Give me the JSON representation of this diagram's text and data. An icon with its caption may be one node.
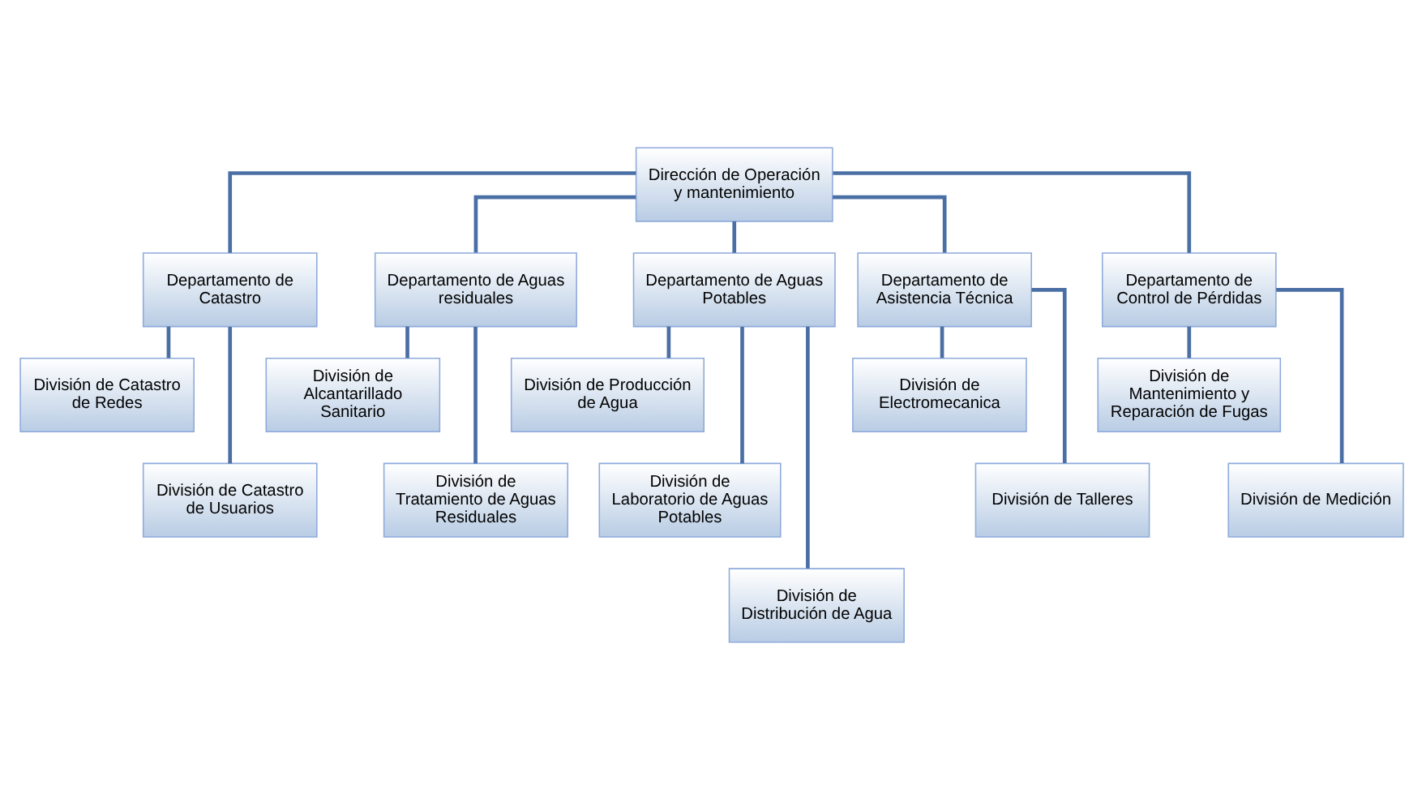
{
  "diagram": {
    "nodes": [
      {
        "text": [
          "Dirección de Operación y mantenimiento"
        ]
      },
      {
        "text": [
          "Departamento de Catastro"
        ]
      },
      {
        "text": [
          "Departamento de Aguas residuales"
        ]
      },
      {
        "text": [
          "Departamento de Aguas Potables"
        ]
      },
      {
        "text": [
          "Departamento de Asistencia Técnica"
        ]
      },
      {
        "text": [
          "Departamento de Control de Pérdidas"
        ]
      },
      {
        "text": [
          "División de Catastro de Redes"
        ]
      },
      {
        "text": [
          "División de Catastro de Usuarios"
        ]
      },
      {
        "text": [
          "División de Alcantarillado Sanitario"
        ]
      },
      {
        "text": [
          "División de Tratamiento de Aguas Residuales"
        ]
      },
      {
        "text": [
          "División de Producción de Agua"
        ]
      },
      {
        "text": [
          "División de Laboratorio de Aguas Potables"
        ]
      },
      {
        "text": [
          "División de Distribución de Agua"
        ]
      },
      {
        "text": [
          "División de Electromecanica"
        ]
      },
      {
        "text": [
          "División de Talleres"
        ]
      },
      {
        "text": [
          "División de Mantenimiento y Reparación de Fugas"
        ]
      },
      {
        "text": [
          "División de Medición"
        ]
      }
    ],
    "edges": [
      {
        "from": 0,
        "to": 1,
        "arrow": "none"
      },
      {
        "from": 0,
        "to": 2,
        "arrow": "none"
      },
      {
        "from": 0,
        "to": 3,
        "arrow": "none"
      },
      {
        "from": 0,
        "to": 4,
        "arrow": "none"
      },
      {
        "from": 0,
        "to": 5,
        "arrow": "none"
      },
      {
        "from": 1,
        "to": 6,
        "arrow": "none"
      },
      {
        "from": 1,
        "to": 7,
        "arrow": "none"
      },
      {
        "from": 2,
        "to": 8,
        "arrow": "none"
      },
      {
        "from": 2,
        "to": 9,
        "arrow": "none"
      },
      {
        "from": 3,
        "to": 10,
        "arrow": "none"
      },
      {
        "from": 3,
        "to": 11,
        "arrow": "none"
      },
      {
        "from": 3,
        "to": 12,
        "arrow": "none"
      },
      {
        "from": 4,
        "to": 13,
        "arrow": "none"
      },
      {
        "from": 4,
        "to": 14,
        "arrow": "none"
      },
      {
        "from": 5,
        "to": 15,
        "arrow": "none"
      },
      {
        "from": 5,
        "to": 16,
        "arrow": "none"
      }
    ]
  }
}
